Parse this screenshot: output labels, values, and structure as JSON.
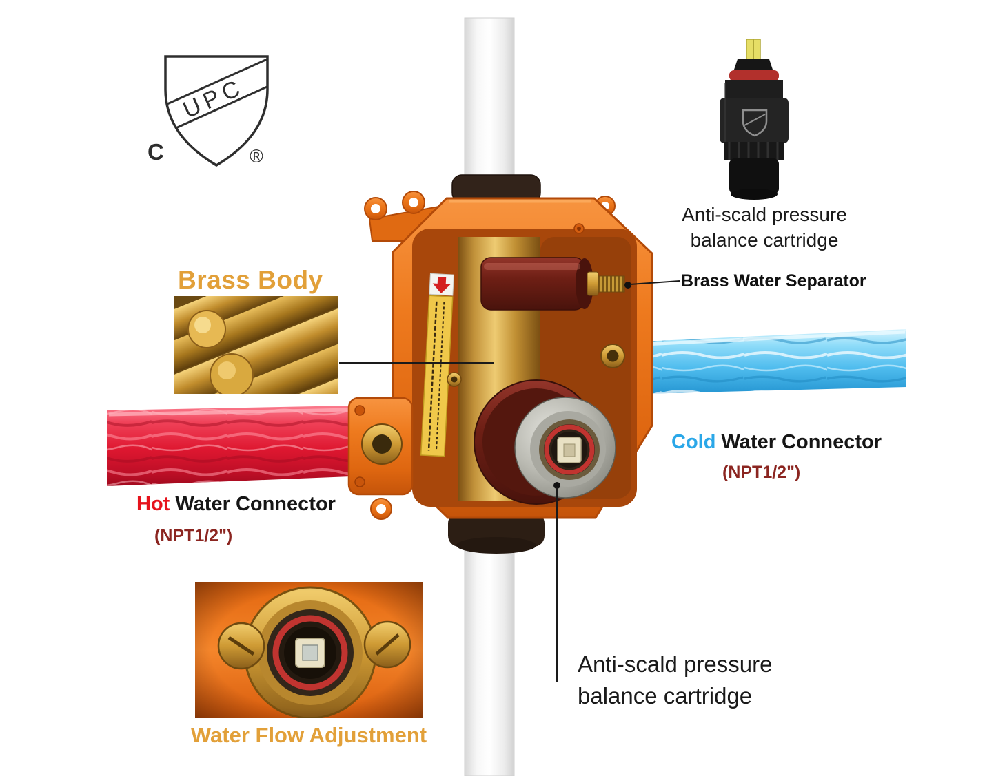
{
  "certification": {
    "upc": "UPC",
    "c": "C",
    "registered": "®"
  },
  "labels": {
    "brass_body": "Brass Body",
    "cartridge_top": {
      "line1": "Anti-scald pressure",
      "line2": "balance cartridge"
    },
    "brass_water_separator": "Brass Water Separator",
    "cold": {
      "word": "Cold",
      "rest": " Water Connector",
      "npt": "(NPT1/2\")"
    },
    "hot": {
      "word": "Hot",
      "rest": " Water Connector",
      "npt": "(NPT1/2\")"
    },
    "cartridge_bottom": {
      "line1": "Anti-scald pressure",
      "line2": "balance cartridge"
    },
    "water_flow_adjustment": "Water Flow Adjustment"
  },
  "colors": {
    "valve_orange": "#EE7A1E",
    "brass": "#D7A93E",
    "hot_red": "#E6131C",
    "cold_blue": "#2AA7E8",
    "npt_dark_red": "#8B2520",
    "heading_orange": "#E2A039"
  }
}
